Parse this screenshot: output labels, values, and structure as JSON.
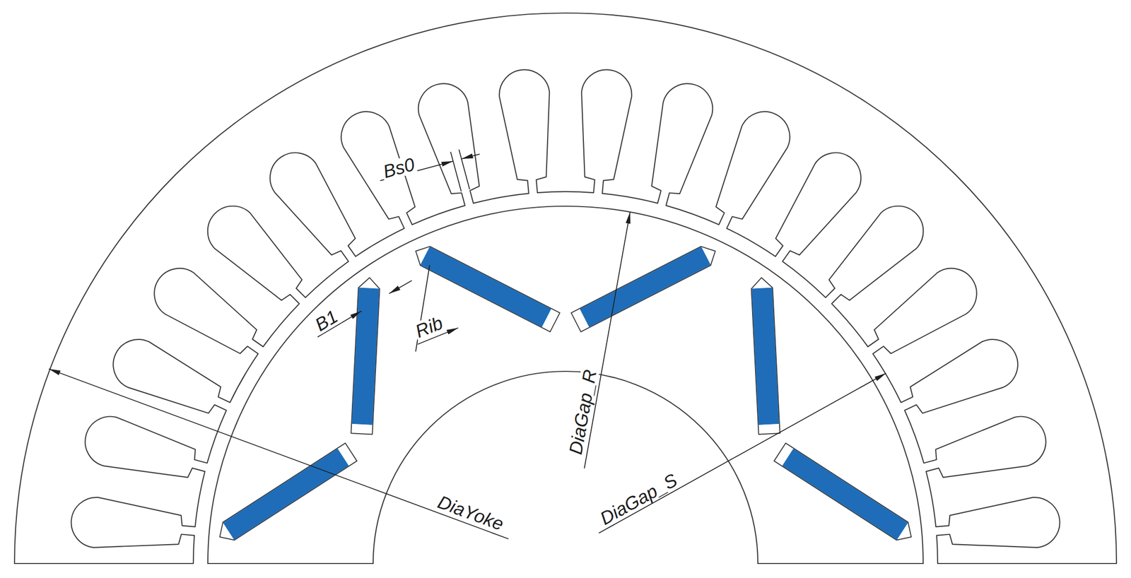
{
  "diagram": {
    "labels": [
      "Bs0",
      "B1",
      "Rib",
      "DiaGap_R",
      "DiaYoke",
      "DiaGap_S"
    ]
  }
}
